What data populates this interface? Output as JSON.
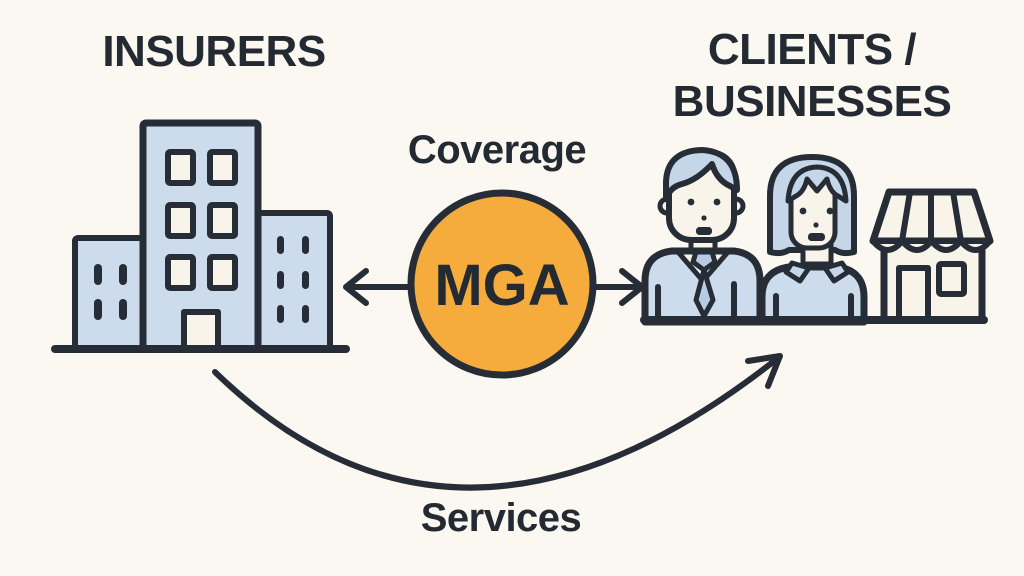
{
  "labels": {
    "insurers": "INSURERS",
    "clients": "CLIENTS /\nBUSINESSES",
    "coverage": "Coverage",
    "mga": "MGA",
    "services": "Services"
  },
  "icons": [
    "office-building-icon",
    "businessman-icon",
    "businesswoman-icon",
    "storefront-icon",
    "left-arrow-icon",
    "right-arrow-icon",
    "curved-arrow-icon"
  ],
  "colors": {
    "background": "#faf8f1",
    "outline": "#262d36",
    "icon-blue": "#ccdcec",
    "icon-cream": "#f8f4ea",
    "accent-orange": "#f6ac3d",
    "text": "#232a32"
  }
}
